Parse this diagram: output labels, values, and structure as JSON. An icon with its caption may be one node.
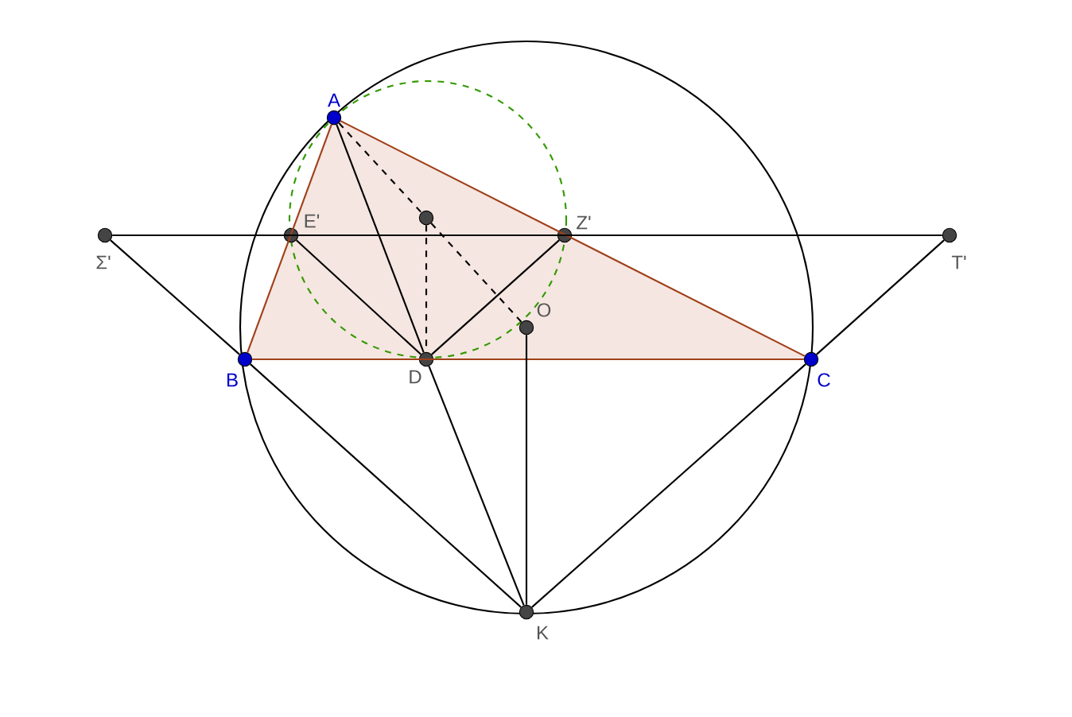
{
  "diagram": {
    "nodes": [
      {
        "text": [],
        "shape": "circle",
        "beside": [
          "A"
        ]
      },
      {
        "text": [],
        "shape": "circle",
        "beside": [
          "E'"
        ]
      },
      {
        "text": [],
        "shape": "circle"
      },
      {
        "text": [],
        "shape": "circle",
        "beside": [
          "Z'"
        ]
      },
      {
        "text": [],
        "shape": "circle",
        "beside": [
          "Σ'"
        ]
      },
      {
        "text": [],
        "shape": "circle",
        "beside": [
          "T'"
        ]
      },
      {
        "text": [],
        "shape": "circle",
        "beside": [
          "O"
        ]
      },
      {
        "text": [],
        "shape": "circle",
        "beside": [
          "B"
        ]
      },
      {
        "text": [],
        "shape": "circle",
        "beside": [
          "D"
        ]
      },
      {
        "text": [],
        "shape": "circle",
        "beside": [
          "C"
        ]
      },
      {
        "text": [],
        "shape": "circle",
        "beside": [
          "K"
        ]
      }
    ],
    "edges": [
      {
        "from": 0,
        "to": 7,
        "arrow": "none",
        "color": "#a0401a"
      },
      {
        "from": 7,
        "to": 9,
        "arrow": "none",
        "color": "#a0401a"
      },
      {
        "from": 9,
        "to": 0,
        "arrow": "none",
        "color": "#a0401a"
      },
      {
        "from": 4,
        "to": 5,
        "arrow": "none"
      },
      {
        "from": 4,
        "to": 7,
        "arrow": "none"
      },
      {
        "from": 7,
        "to": 10,
        "arrow": "none"
      },
      {
        "from": 5,
        "to": 9,
        "arrow": "none"
      },
      {
        "from": 9,
        "to": 10,
        "arrow": "none"
      },
      {
        "from": 0,
        "to": 8,
        "arrow": "none"
      },
      {
        "from": 8,
        "to": 10,
        "arrow": "none"
      },
      {
        "from": 8,
        "to": 1,
        "arrow": "none"
      },
      {
        "from": 8,
        "to": 3,
        "arrow": "none"
      },
      {
        "from": 0,
        "to": 2,
        "arrow": "none",
        "style": "dashed"
      },
      {
        "from": 2,
        "to": 6,
        "arrow": "none",
        "style": "dashed"
      },
      {
        "from": 2,
        "to": 8,
        "arrow": "none",
        "style": "dashed"
      },
      {
        "from": 6,
        "to": 10,
        "arrow": "none"
      }
    ]
  }
}
